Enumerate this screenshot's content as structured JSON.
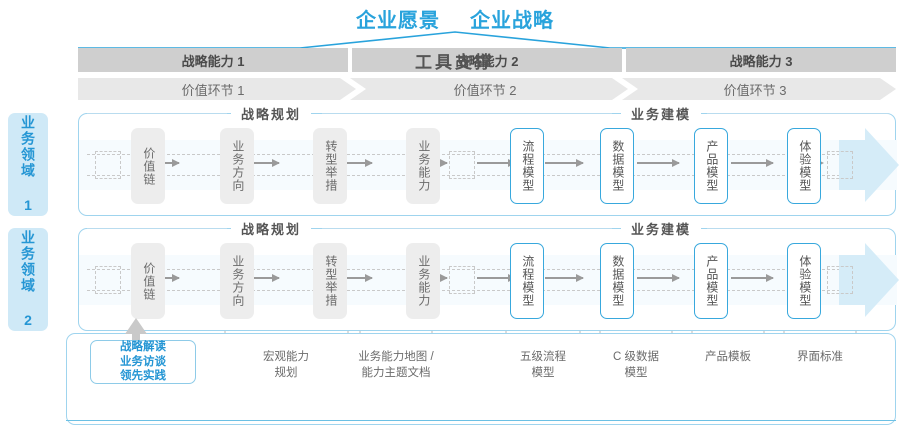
{
  "header": {
    "titles": [
      "企业愿景",
      "企业战略"
    ],
    "accent_color": "#29a3dc"
  },
  "capabilities": [
    {
      "label": "战略能力 1"
    },
    {
      "label": "战略能力 2"
    },
    {
      "label": "战略能力 3"
    }
  ],
  "value_stages": [
    {
      "label": "价值环节 1"
    },
    {
      "label": "价值环节 2"
    },
    {
      "label": "价值环节 3"
    }
  ],
  "domains": [
    {
      "label": "业务领域 1"
    },
    {
      "label": "业务领域 2"
    }
  ],
  "sections": {
    "planning": "战略规划",
    "modeling": "业务建模"
  },
  "nodes": {
    "planning": [
      "价值链",
      "业务方向",
      "转型举措",
      "业务能力"
    ],
    "modeling": [
      "流程模型",
      "数据模型",
      "产品模型",
      "体验模型"
    ]
  },
  "tool_support": {
    "title": "工具支撑",
    "highlight_box": "战略解读\n业务访谈\n领先实践",
    "highlight_lines": [
      "战略解读",
      "业务访谈",
      "领先实践"
    ],
    "labels": [
      {
        "lines": [
          "宏观能力",
          "规划"
        ]
      },
      {
        "lines": [
          "业务能力地图 /",
          "能力主题文档"
        ]
      },
      {
        "lines": [
          "五级流程",
          "模型"
        ]
      },
      {
        "lines": [
          "C 级数据",
          "模型"
        ]
      },
      {
        "lines": [
          "产品模板"
        ]
      },
      {
        "lines": [
          "界面标准"
        ]
      }
    ]
  },
  "colors": {
    "accent": "#29a3dc",
    "panel_border": "#9fd4ee",
    "capability_bar": "#cfcfcf",
    "value_bar": "#e8e8e8",
    "node_gray": "#ededed",
    "node_blue_border": "#38a8dd",
    "band_bg": "#f6fbfe",
    "band_arrow": "#d5ecf8",
    "domain_bg": "#cfe9f7"
  }
}
